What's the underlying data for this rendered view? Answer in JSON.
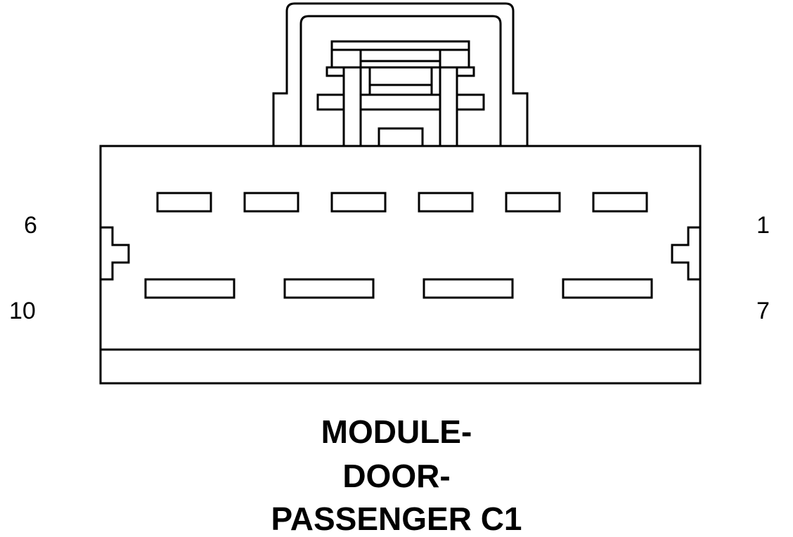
{
  "connector": {
    "title_lines": [
      "MODULE-",
      "DOOR-",
      "PASSENGER C1"
    ],
    "pin_labels": {
      "top_left": "6",
      "top_right": "1",
      "bottom_left": "10",
      "bottom_right": "7"
    },
    "top_row_pin_count": 6,
    "bottom_row_pin_count": 4,
    "stroke_color": "#000000",
    "background_color": "#ffffff"
  }
}
